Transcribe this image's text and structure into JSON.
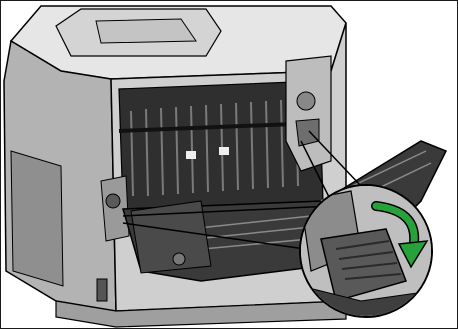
{
  "figure": {
    "subject": "printer-rear-cover-open",
    "callout": "lever-press-down-detail",
    "arrow_direction": "down",
    "colors": {
      "body_light": "#d9d9d9",
      "body_mid": "#a6a6a6",
      "body_dark": "#4d4d4d",
      "interior": "#262626",
      "arrow_green": "#27a23b",
      "outline": "#000000"
    }
  }
}
